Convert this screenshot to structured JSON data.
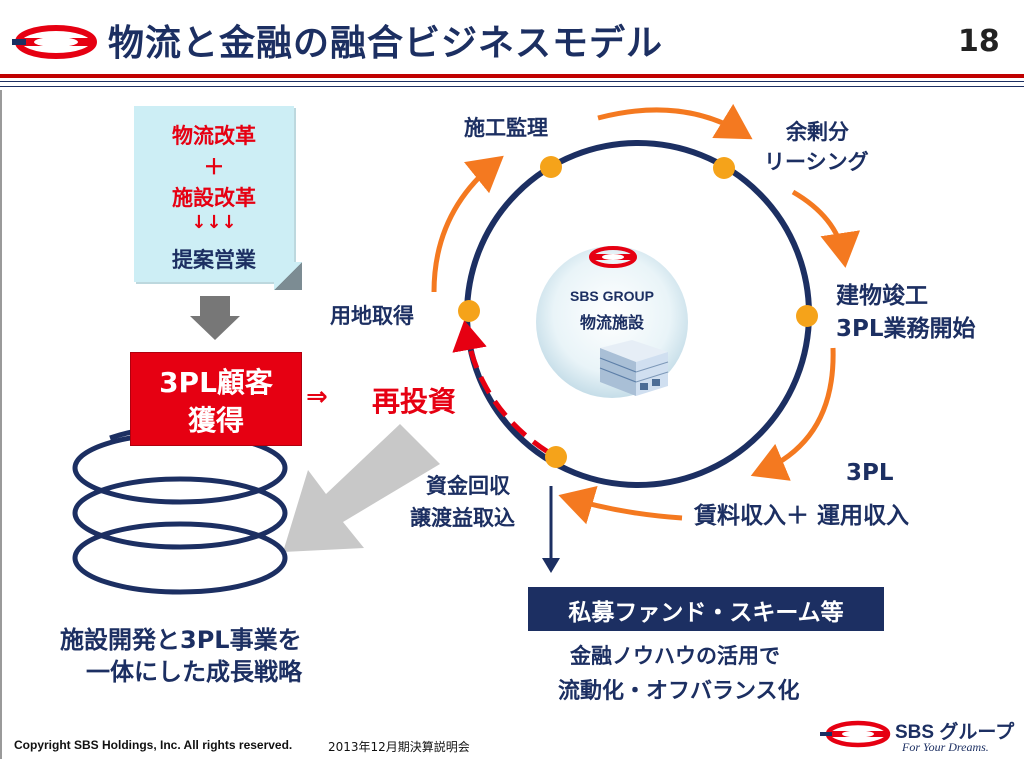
{
  "header": {
    "title": "物流と金融の融合ビジネスモデル",
    "page_number": "18"
  },
  "note_box": {
    "line1": "物流改革",
    "plus": "＋",
    "line2": "施設改革",
    "arrows": "↓↓↓",
    "line3": "提案営業"
  },
  "customer_box": {
    "line1": "3PL顧客",
    "line2": "獲得"
  },
  "reinvest": {
    "arrow": "⇒",
    "label": "再投資"
  },
  "spiral_caption": {
    "line1": "施設開発と3PL事業を",
    "line2": "一体にした成長戦略"
  },
  "cycle": {
    "center_group": "SBS GROUP",
    "center_label": "物流施設",
    "construction": "施工監理",
    "surplus_line1": "余剰分",
    "surplus_line2": "リーシング",
    "completion_line1": "建物竣工",
    "completion_line2": "3PL業務開始",
    "income_line1": "3PL",
    "income_line2": "賃料収入＋ 運用収入",
    "recovery_line1": "資金回収",
    "recovery_line2": "譲渡益取込",
    "land": "用地取得"
  },
  "fund": {
    "box_label": "私募ファンド・スキーム等",
    "caption_line1": "金融ノウハウの活用で",
    "caption_line2": "流動化・オフバランス化"
  },
  "footer": {
    "copyright": "Copyright SBS Holdings, Inc. All rights reserved.",
    "session": "2013年12月期決算説明会",
    "brand_name": "SBS グループ",
    "brand_tagline": "For Your Dreams."
  },
  "colors": {
    "navy": "#1c2f62",
    "red": "#e60012",
    "orange": "#f47920",
    "node": "#f5a31a",
    "note_bg": "#cdeef5"
  }
}
